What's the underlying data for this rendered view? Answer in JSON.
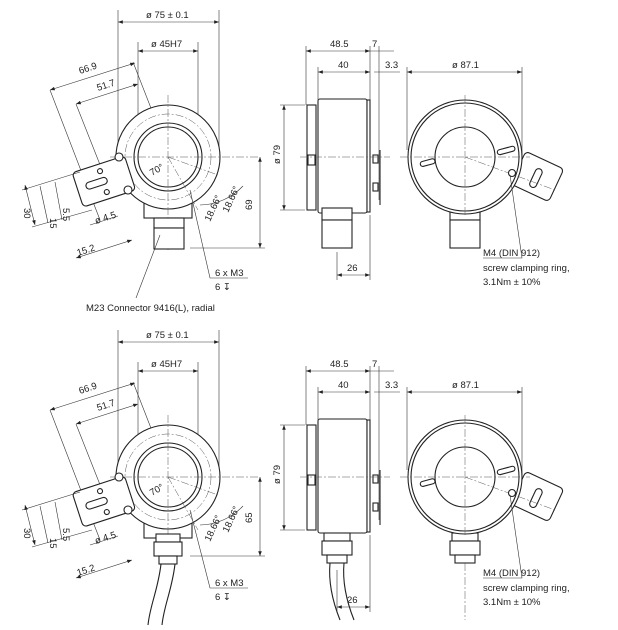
{
  "top": {
    "front": {
      "d_outer": "ø 75 ± 0.1",
      "d_bore": "ø 45H7",
      "d1": "66.9",
      "d2": "51.7",
      "angle": "70°",
      "h30": "30",
      "h15": "15",
      "h55": "5.5",
      "hole": "ø 4.5",
      "w152": "15.2",
      "a1": "18.66°",
      "a2": "18.66°",
      "height": "69",
      "thread": "6 x M3",
      "depth": "6 ↧",
      "connector": "M23 Connector 9416(L), radial"
    },
    "side": {
      "len485": "48.5",
      "len7": "7",
      "len40": "40",
      "len33": "3.3",
      "dia79": "ø 79",
      "len26": "26"
    },
    "rear": {
      "dia871": "ø 87.1",
      "note1": "M4 (DIN 912)",
      "note2": "screw clamping ring,",
      "note3": "3.1Nm ± 10%"
    }
  },
  "bottom": {
    "front": {
      "d_outer": "ø 75 ± 0.1",
      "d_bore": "ø 45H7",
      "d1": "66.9",
      "d2": "51.7",
      "angle": "70°",
      "h30": "30",
      "h15": "15",
      "h55": "5.5",
      "hole": "ø 4.5",
      "w152": "15.2",
      "a1": "18.66°",
      "a2": "18.66°",
      "height": "65",
      "thread": "6 x M3",
      "depth": "6 ↧"
    },
    "side": {
      "len485": "48.5",
      "len7": "7",
      "len40": "40",
      "len33": "3.3",
      "dia79": "ø 79",
      "len26": "26"
    },
    "rear": {
      "dia871": "ø 87.1",
      "note1": "M4 (DIN 912)",
      "note2": "screw clamping ring,",
      "note3": "3.1Nm ± 10%"
    }
  }
}
